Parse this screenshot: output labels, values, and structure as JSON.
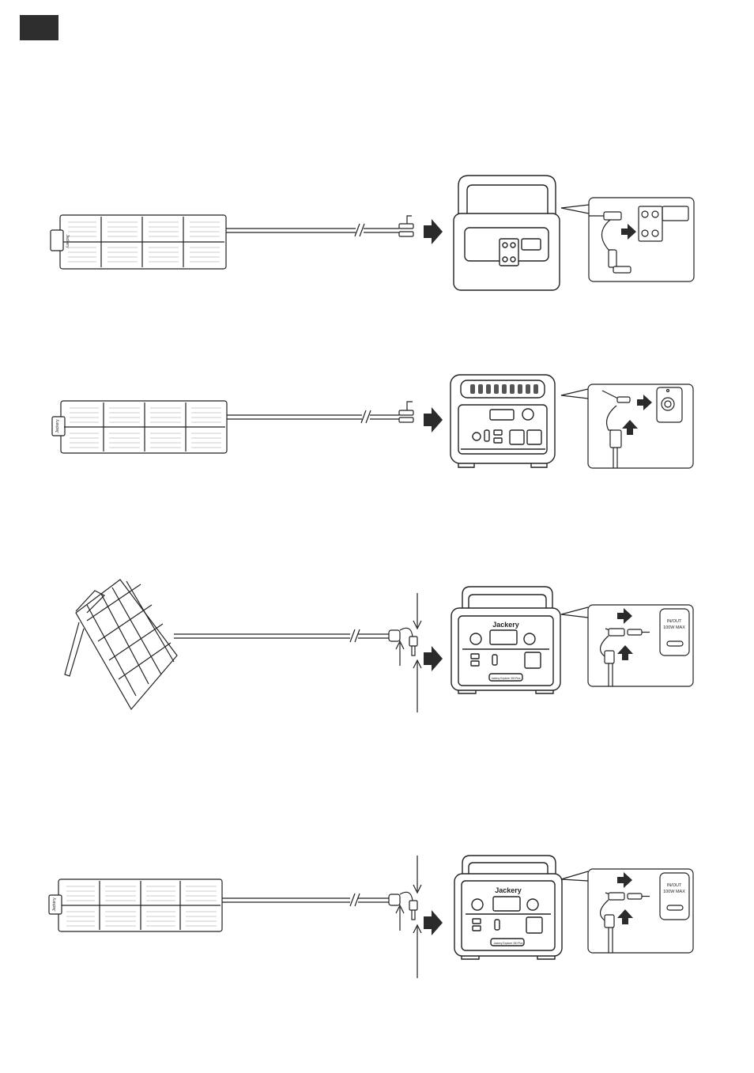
{
  "page": {
    "corner_tab_color": "#2e2e2e",
    "line_color": "#222222",
    "arrow_color": "#2b2b2b"
  },
  "scenes": [
    {
      "panel_label": "Jackery",
      "station": {
        "brand": "",
        "model_label": ""
      },
      "inset": {
        "port_label_1": "",
        "port_label_2": ""
      }
    },
    {
      "panel_label": "Jackery",
      "station": {
        "brand": "",
        "model_label": ""
      },
      "inset": {
        "port_label_1": "",
        "port_label_2": ""
      }
    },
    {
      "panel_label": "",
      "station": {
        "brand": "Jackery",
        "model_label": "Jackery Explorer 300 Plus"
      },
      "inset": {
        "port_label_1": "IN/OUT",
        "port_label_2": "100W MAX"
      }
    },
    {
      "panel_label": "Jackery",
      "station": {
        "brand": "Jackery",
        "model_label": "Jackery Explorer 300 Plus"
      },
      "inset": {
        "port_label_1": "IN/OUT",
        "port_label_2": "100W MAX"
      }
    }
  ]
}
